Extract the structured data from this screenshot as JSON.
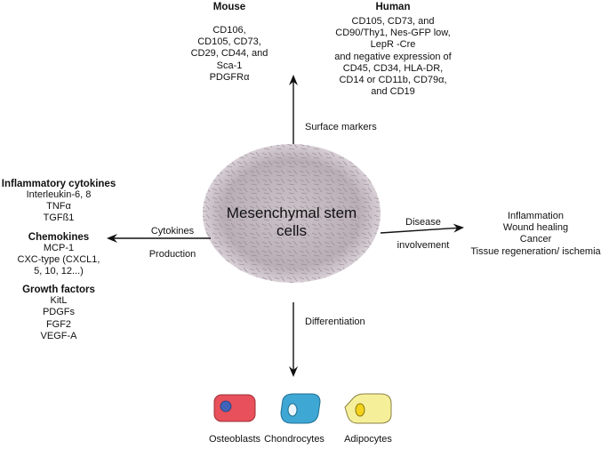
{
  "center": {
    "title_lines": [
      "Mesenchymal stem",
      "cells"
    ]
  },
  "mouse": {
    "heading": "Mouse",
    "lines": [
      "CD106,",
      "CD105, CD73,",
      "CD29, CD44, and",
      "Sca-1",
      "PDGFRα"
    ]
  },
  "human": {
    "heading": "Human",
    "lines": [
      "CD105, CD73, and",
      "CD90/Thy1, Nes-GFP low,",
      "LepR -Cre",
      "and negative expression of",
      "CD45, CD34, HLA-DR,",
      "CD14 or CD11b, CD79α,",
      "and CD19"
    ]
  },
  "arrows": {
    "up": "Surface markers",
    "left": [
      "Cytokines",
      "Production"
    ],
    "right": [
      "Disease",
      "involvement"
    ],
    "down": "Differentiation"
  },
  "cytokines": {
    "inflammatory": {
      "heading": "Inflammatory cytokines",
      "lines": [
        "Interleukin-6, 8",
        "TNFα",
        "TGFß1"
      ]
    },
    "chemokines": {
      "heading": "Chemokines",
      "lines": [
        "MCP-1",
        "CXC-type (CXCL1,",
        "5, 10, 12...)"
      ]
    },
    "growth": {
      "heading": "Growth factors",
      "lines": [
        "KitL",
        "PDGFs",
        "FGF2",
        "VEGF-A"
      ]
    }
  },
  "disease": {
    "lines": [
      "Inflammation",
      "Wound healing",
      "Cancer",
      "Tissue regeneration/ ischemia"
    ]
  },
  "cells": [
    {
      "label": "Osteoblasts",
      "fill": "#e8505b",
      "nucleus": "#3f63b8"
    },
    {
      "label": "Chondrocytes",
      "fill": "#3fa7d4",
      "nucleus": "#eaf6fb"
    },
    {
      "label": "Adipocytes",
      "fill": "#f6ef9a",
      "nucleus": "#f3d21b"
    }
  ]
}
